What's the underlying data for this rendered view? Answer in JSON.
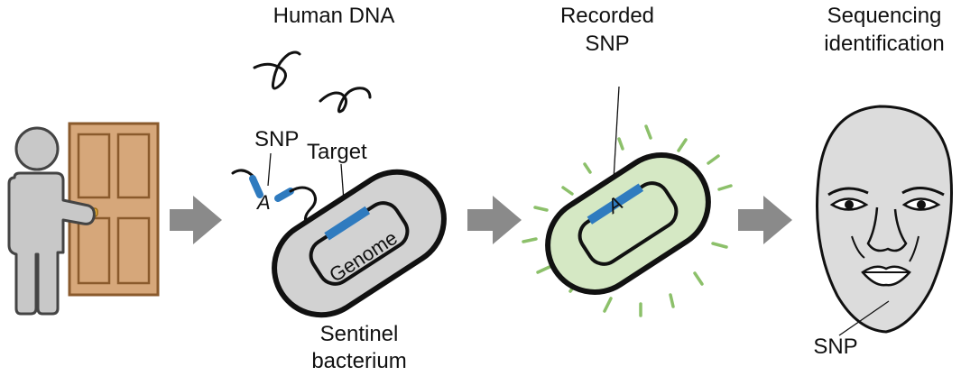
{
  "labels": {
    "human_dna": "Human DNA",
    "snp_top": "SNP",
    "target": "Target",
    "base_left": "A",
    "genome": "Genome",
    "sentinel_line1": "Sentinel",
    "sentinel_line2": "bacterium",
    "recorded_line1": "Recorded",
    "recorded_line2": "SNP",
    "base_recorded": "A",
    "sequencing_line1": "Sequencing",
    "sequencing_line2": "identification",
    "snp_face": "SNP"
  },
  "colors": {
    "person": "#c8c8c8",
    "outline": "#444444",
    "door": "#d6a77a",
    "door_edge": "#8a5a2c",
    "handle": "#e8b23a",
    "arrow": "#8a8a8a",
    "bacterium_gray": "#d2d2d2",
    "bacterium_green": "#d5e8c4",
    "glow": "#8cc06a",
    "dna_target": "#2f7bbf",
    "face": "#dcdcdc"
  },
  "icons": [
    "person-icon",
    "door-icon",
    "dna-strand-icon",
    "bacterium-icon",
    "face-icon",
    "arrow-icon"
  ]
}
